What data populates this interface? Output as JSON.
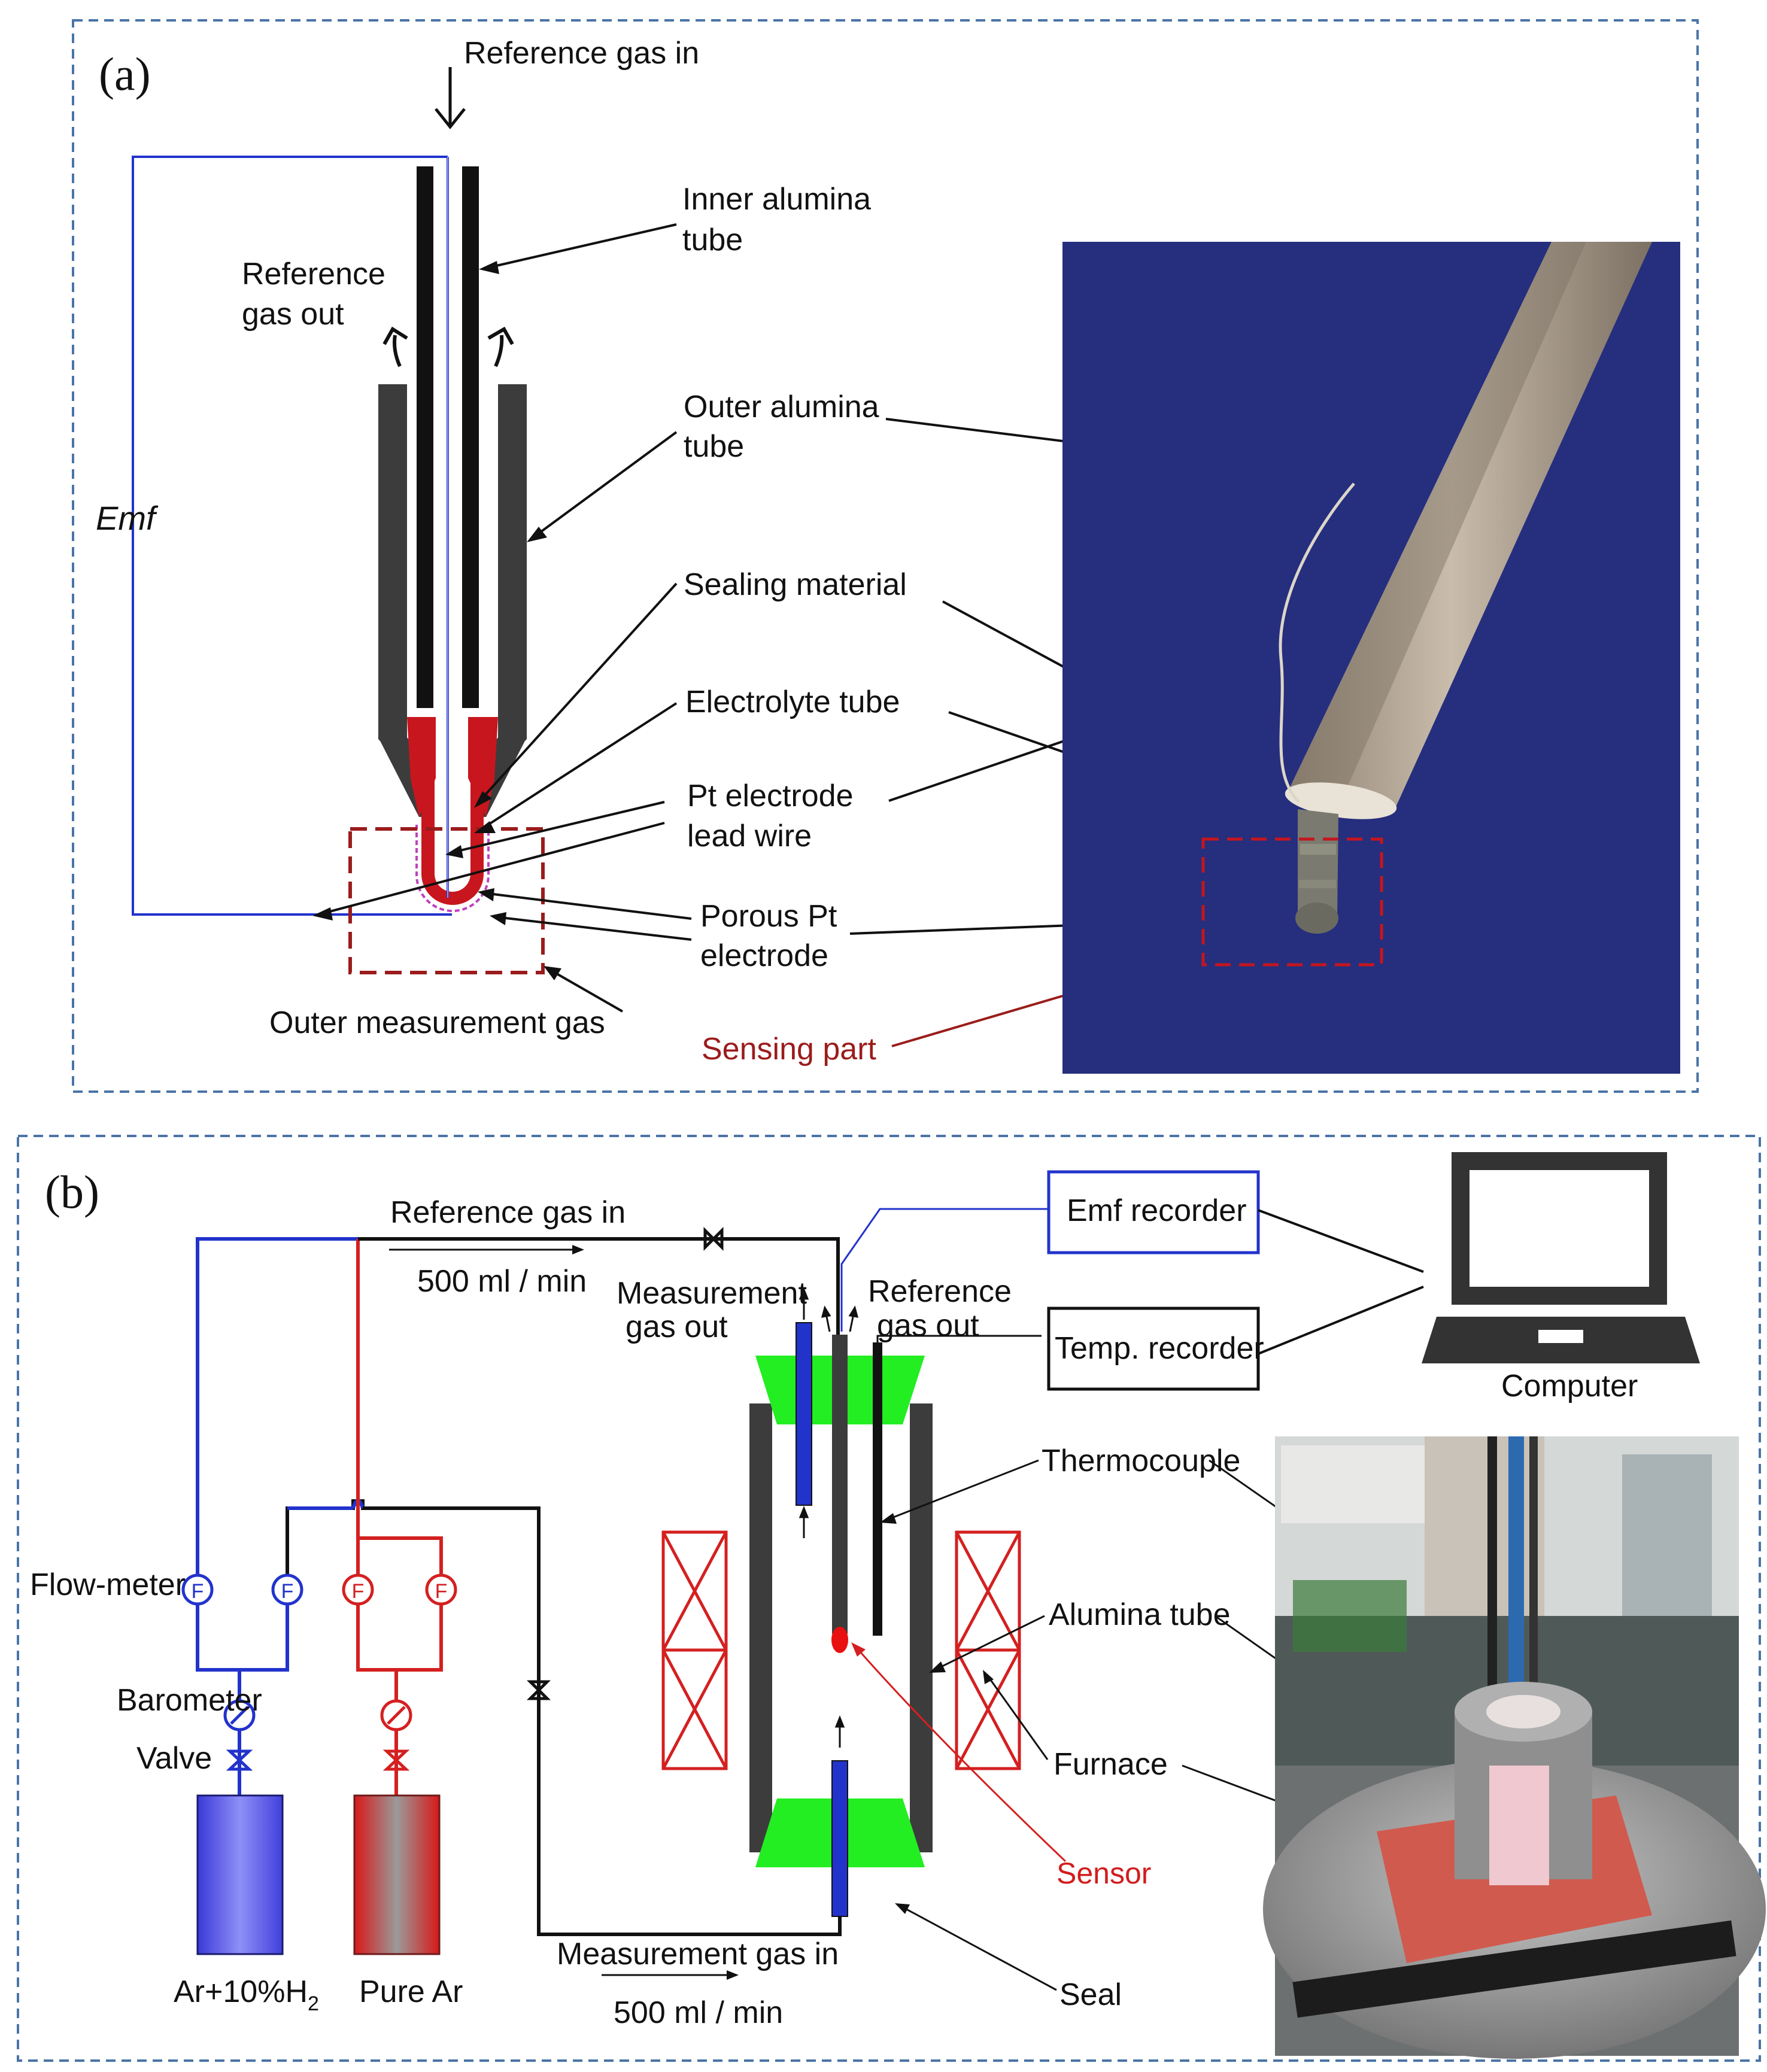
{
  "panel_a": {
    "tag": "(a)",
    "labels": {
      "reference_gas_in": "Reference gas in",
      "reference_gas_out_1": "Reference",
      "reference_gas_out_2": "gas out",
      "emf": "Emf",
      "inner_tube_1": "Inner alumina",
      "inner_tube_2": "tube",
      "outer_tube_1": "Outer alumina",
      "outer_tube_2": "tube",
      "sealing_material": "Sealing material",
      "electrolyte_tube": "Electrolyte tube",
      "pt_lead_1": "Pt electrode",
      "pt_lead_2": "lead wire",
      "porous_pt_1": "Porous Pt",
      "porous_pt_2": "electrode",
      "outer_measurement_gas": "Outer measurement gas",
      "sensing_part": "Sensing part"
    }
  },
  "panel_b": {
    "tag": "(b)",
    "labels": {
      "reference_gas_in": "Reference gas in",
      "flow_rate_top": "500 ml / min",
      "measurement_gas_out_1": "Measurement",
      "measurement_gas_out_2": "gas out",
      "reference_gas_out_1": "Reference",
      "reference_gas_out_2": "gas out",
      "emf_recorder": "Emf recorder",
      "temp_recorder": "Temp. recorder",
      "computer": "Computer",
      "thermocouple": "Thermocouple",
      "alumina_tube": "Alumina tube",
      "furnace": "Furnace",
      "sensor": "Sensor",
      "seal": "Seal",
      "flow_meter": "Flow-meter",
      "barometer": "Barometer",
      "valve": "Valve",
      "flow_meter_symbol": "F",
      "cylinder_1_main": "Ar+10%H",
      "cylinder_1_sub": "2",
      "cylinder_2": "Pure Ar",
      "measurement_gas_in": "Measurement gas in",
      "flow_rate_bottom": "500 ml / min"
    }
  },
  "colors": {
    "frame": "#4a74a8",
    "blue_line": "#2233cc",
    "red_line": "#d42020",
    "dark_red": "#9b1c1c",
    "photo_bg": "#232a79",
    "seal_green": "#22ee22",
    "tube_gray": "#3c3c3c"
  }
}
